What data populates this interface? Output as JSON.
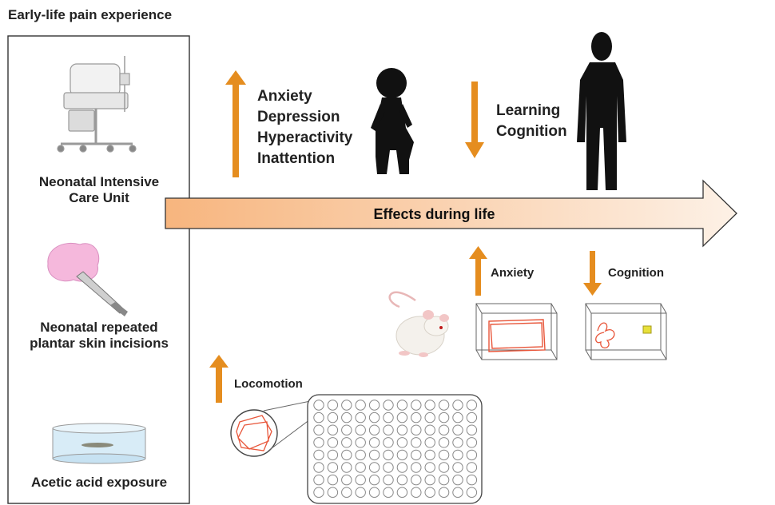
{
  "title": "Early-life pain experience",
  "models": {
    "nicu": "Neonatal Intensive\nCare Unit",
    "rat": "Neonatal repeated\nplantar skin incisions",
    "zebrafish": "Acetic acid exposure"
  },
  "timeline": {
    "label": "Effects during life"
  },
  "human_child": {
    "direction": "up",
    "items": [
      "Anxiety",
      "Depression",
      "Hyperactivity",
      "Inattention"
    ]
  },
  "human_adult": {
    "direction": "down",
    "items": [
      "Learning",
      "Cognition"
    ]
  },
  "rat_effects": [
    {
      "direction": "up",
      "label": "Anxiety"
    },
    {
      "direction": "down",
      "label": "Cognition"
    }
  ],
  "fish_effect": {
    "direction": "up",
    "label": "Locomotion"
  },
  "colors": {
    "arrow_orange": "#e58d1f",
    "arrow_gradient_start": "#f7b57e",
    "arrow_gradient_end": "#fdf1e6",
    "trace_red": "#e8563a",
    "object_yellow": "#e7e03a"
  }
}
